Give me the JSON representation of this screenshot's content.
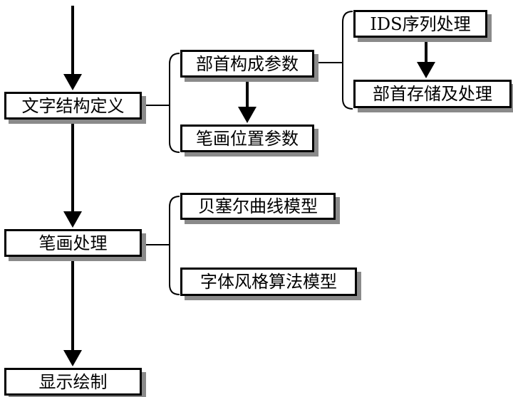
{
  "diagram": {
    "nodes": {
      "define": "文字结构定义",
      "stroke": "笔画处理",
      "render": "显示绘制",
      "radical": "部首构成参数",
      "position": "笔画位置参数",
      "ids": "IDS序列处理",
      "storage": "部首存储及处理",
      "bezier": "贝塞尔曲线模型",
      "style": "字体风格算法模型"
    },
    "line_color": "#000000",
    "shadow_color": "#8a8a8a"
  }
}
